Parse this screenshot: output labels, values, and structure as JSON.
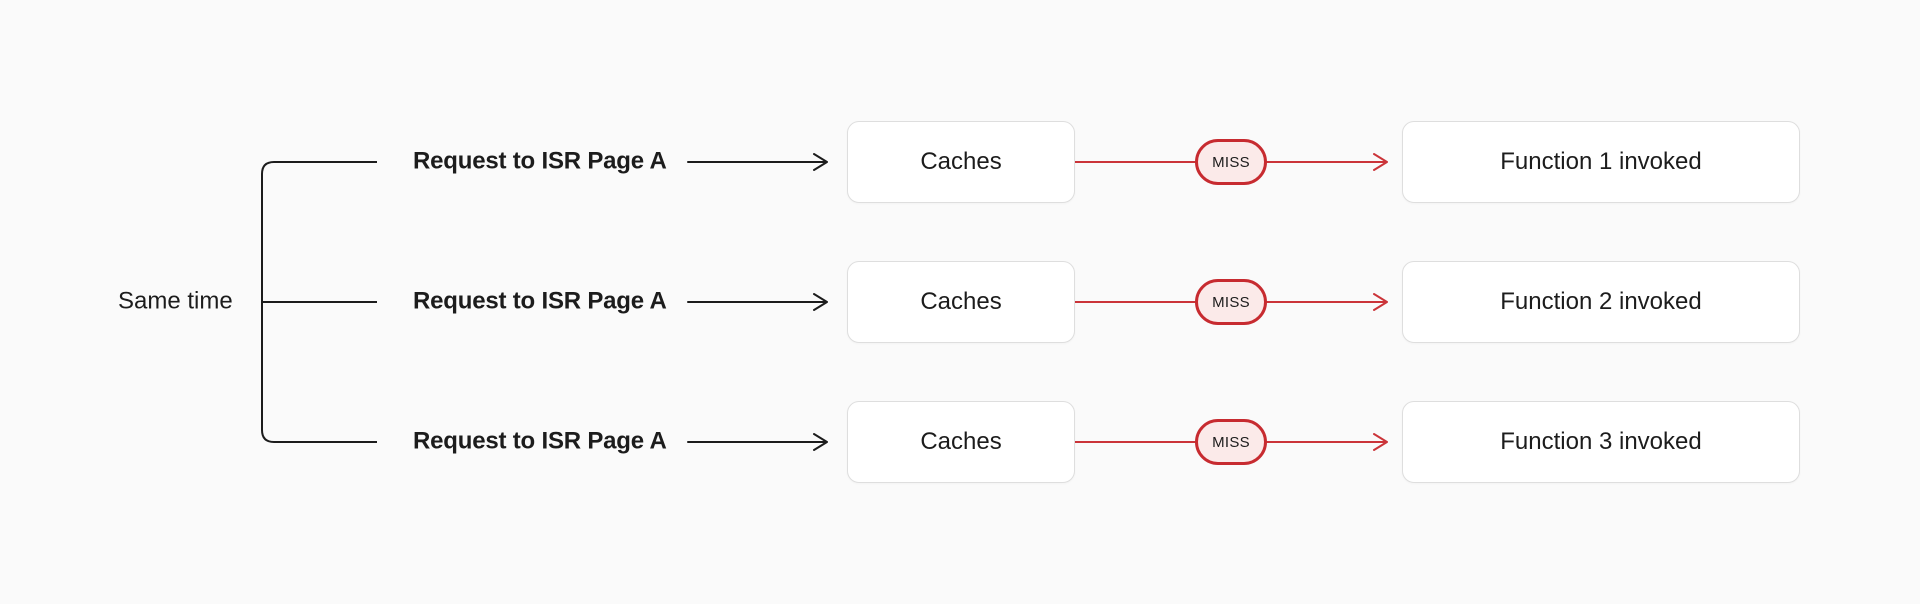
{
  "colors": {
    "background": "#FAFAFA",
    "ink": "#1C1C1C",
    "box-bg": "#FFFFFF",
    "box-border": "#DEDEDE",
    "red": "#CB3439",
    "pill-border": "#C72B30",
    "pill-bg": "#FBEAE9",
    "pill-text": "#1C1C1C"
  },
  "bracket_label": "Same time",
  "rows": [
    {
      "request_label": "Request to ISR Page A",
      "cache_label": "Caches",
      "status_label": "MISS",
      "function_label": "Function 1 invoked"
    },
    {
      "request_label": "Request to ISR Page A",
      "cache_label": "Caches",
      "status_label": "MISS",
      "function_label": "Function 2 invoked"
    },
    {
      "request_label": "Request to ISR Page A",
      "cache_label": "Caches",
      "status_label": "MISS",
      "function_label": "Function 3 invoked"
    }
  ]
}
